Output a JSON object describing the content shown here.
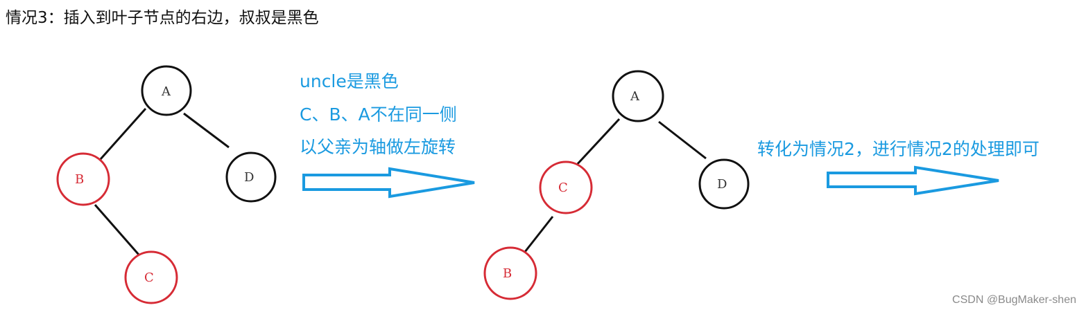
{
  "title": "情况3：插入到叶子节点的右边，叔叔是黑色",
  "step1_notes": [
    "uncle是黑色",
    "C、B、A不在同一侧",
    "以父亲为轴做左旋转"
  ],
  "step2_note": "转化为情况2，进行情况2的处理即可",
  "tree_before": {
    "nodes": [
      {
        "label": "A",
        "color": "black"
      },
      {
        "label": "B",
        "color": "red"
      },
      {
        "label": "C",
        "color": "red"
      },
      {
        "label": "D",
        "color": "black"
      }
    ]
  },
  "tree_after": {
    "nodes": [
      {
        "label": "A",
        "color": "black"
      },
      {
        "label": "C",
        "color": "red"
      },
      {
        "label": "B",
        "color": "red"
      },
      {
        "label": "D",
        "color": "black"
      }
    ]
  },
  "colors": {
    "black_node": "#111111",
    "red_node": "#d62b35",
    "arrow": "#1a9ae0",
    "note_text": "#1a9ae0"
  },
  "watermark": "CSDN @BugMaker-shen"
}
